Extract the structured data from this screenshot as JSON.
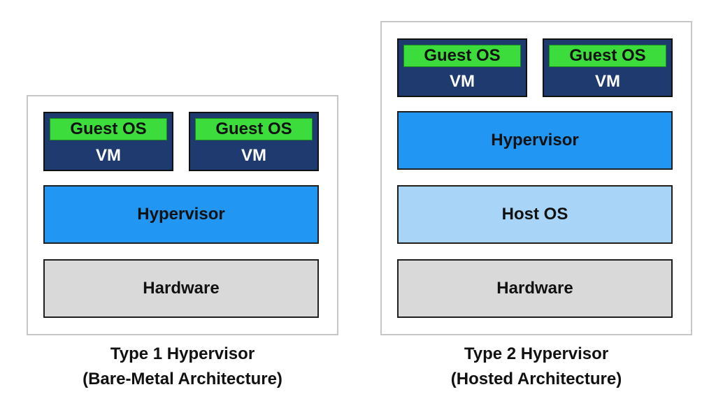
{
  "type1": {
    "vms": [
      {
        "guest": "Guest OS",
        "label": "VM"
      },
      {
        "guest": "Guest OS",
        "label": "VM"
      }
    ],
    "hypervisor": "Hypervisor",
    "hardware": "Hardware",
    "caption_line1": "Type 1 Hypervisor",
    "caption_line2": "(Bare-Metal Architecture)"
  },
  "type2": {
    "vms": [
      {
        "guest": "Guest OS",
        "label": "VM"
      },
      {
        "guest": "Guest OS",
        "label": "VM"
      }
    ],
    "hypervisor": "Hypervisor",
    "host_os": "Host OS",
    "hardware": "Hardware",
    "caption_line1": "Type 2 Hypervisor",
    "caption_line2": "(Hosted Architecture)"
  },
  "colors": {
    "vm": "#1f3a6e",
    "guest_os": "#3ddc3d",
    "hypervisor": "#2196f3",
    "host_os": "#a8d4f8",
    "hardware": "#d9d9d9",
    "frame_border": "#c6c6c6"
  }
}
